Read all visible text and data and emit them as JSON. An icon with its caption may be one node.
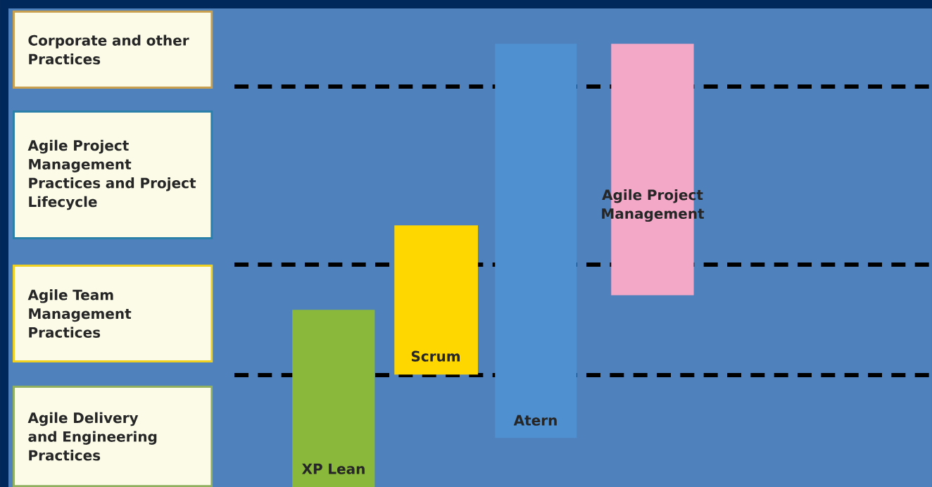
{
  "diagram": {
    "nodes": [
      {
        "text": [
          "Corporate and other Practices"
        ]
      },
      {
        "text": [
          "Agile Project Management Practices and Project Lifecycle"
        ]
      },
      {
        "text": [
          "Agile Team Management Practices"
        ]
      },
      {
        "text": [
          "Agile Delivery and Engineering Practices"
        ]
      },
      {
        "text": [
          "XP Lean"
        ]
      },
      {
        "text": [
          "Scrum"
        ]
      },
      {
        "text": [
          "Atern"
        ]
      },
      {
        "text": [
          "Agile Project Management"
        ]
      }
    ]
  }
}
